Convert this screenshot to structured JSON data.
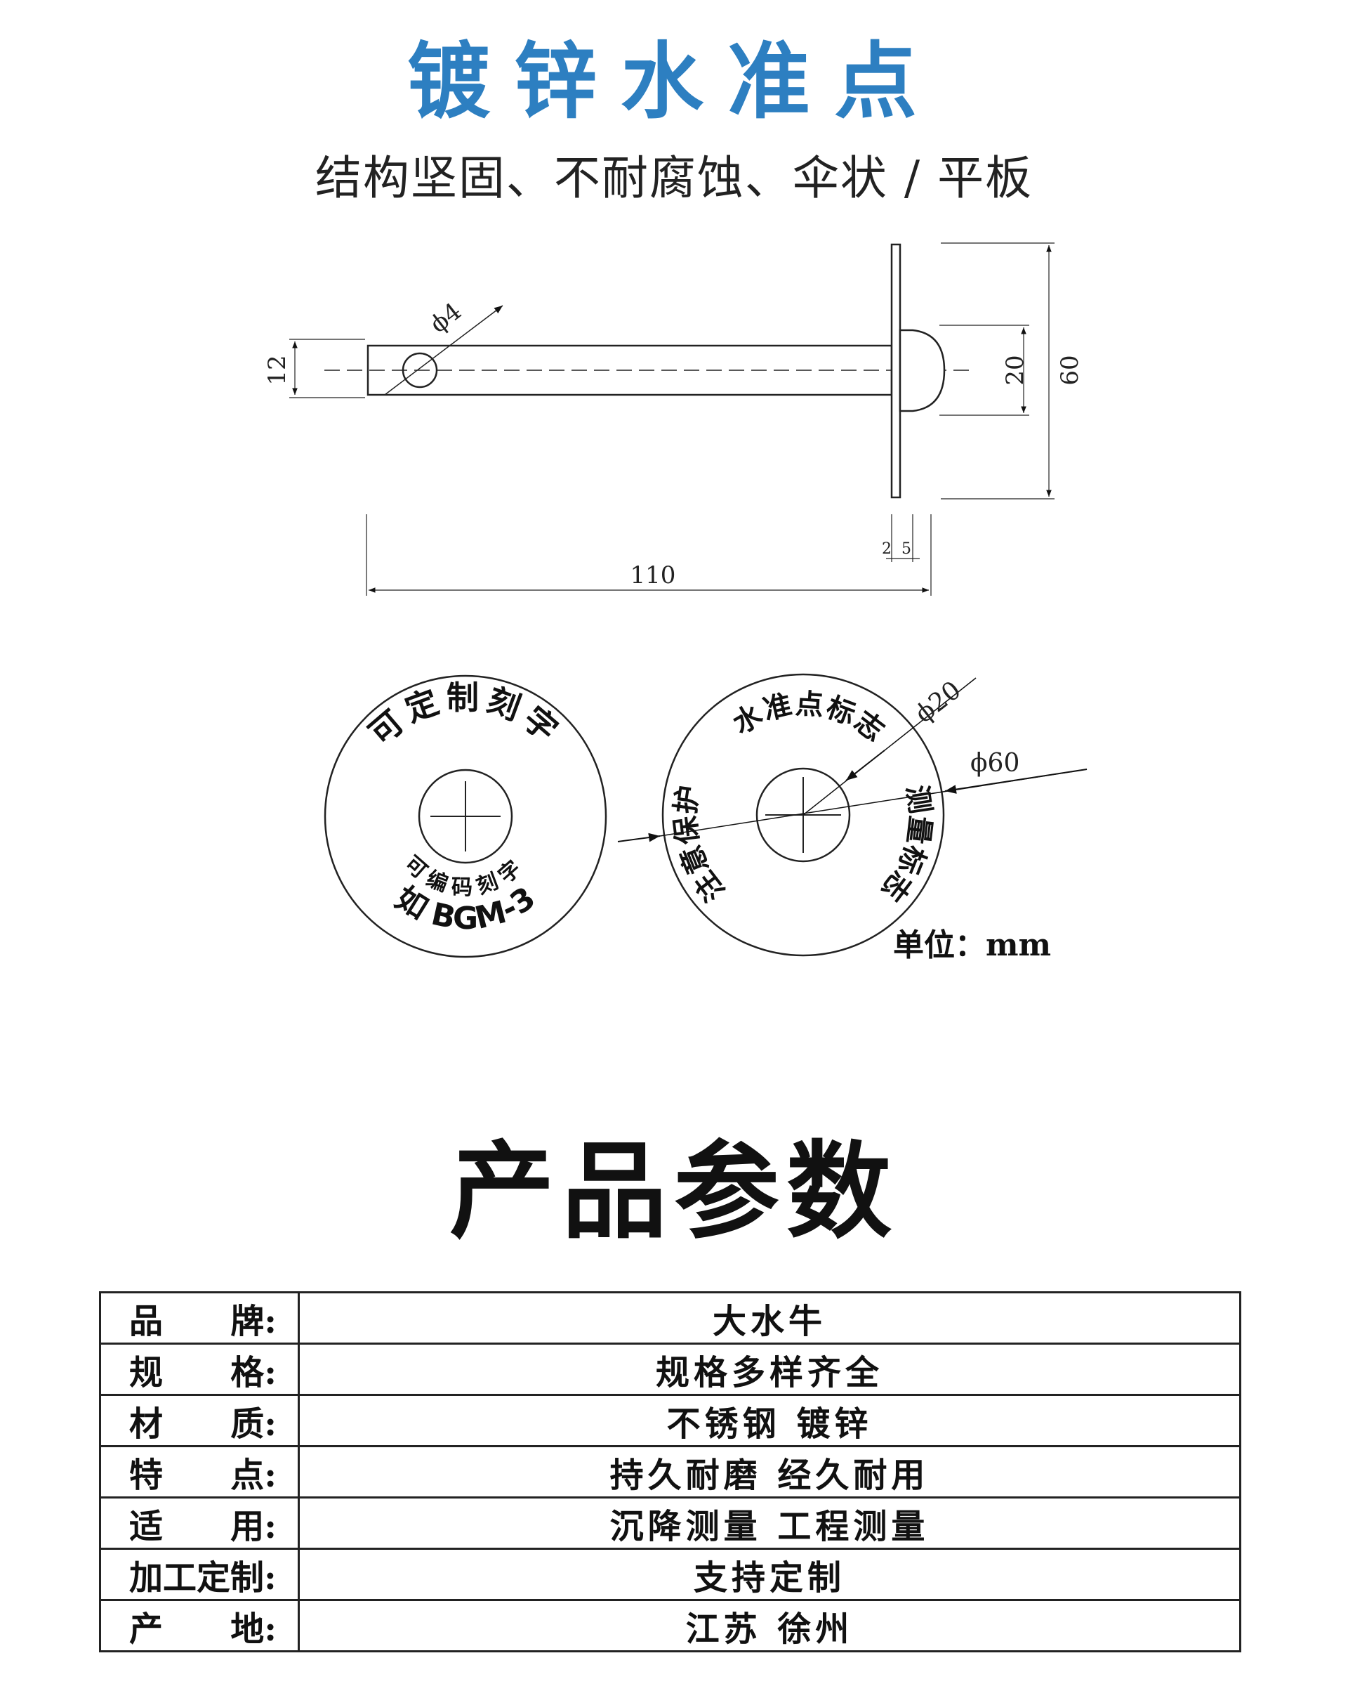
{
  "header": {
    "title": "镀锌水准点",
    "subtitle": "结构坚固、不耐腐蚀、伞状 / 平板"
  },
  "drawing": {
    "dims": {
      "d4": "ϕ4",
      "d12": "12",
      "d20": "20",
      "d60": "60",
      "d110": "110",
      "d2": "2",
      "d5": "5",
      "phi20": "ϕ20",
      "phi60": "ϕ60"
    },
    "disc_left": {
      "top_text": "可定制刻字",
      "mid_text": "可编码刻字",
      "bottom_text": "如 BGM-3"
    },
    "disc_right": {
      "top_text": "水准点标志",
      "left_text": "注意保护",
      "right_text": "测量标志"
    },
    "unit": "单位：mm"
  },
  "params": {
    "title": "产品参数",
    "rows": [
      {
        "label_a": "品",
        "label_b": "牌:",
        "value": "大水牛"
      },
      {
        "label_a": "规",
        "label_b": "格:",
        "value": "规格多样齐全"
      },
      {
        "label_a": "材",
        "label_b": "质:",
        "value": "不锈钢 镀锌"
      },
      {
        "label_a": "特",
        "label_b": "点:",
        "value": "持久耐磨 经久耐用"
      },
      {
        "label_a": "适",
        "label_b": "用:",
        "value": "沉降测量 工程测量"
      },
      {
        "label_a": "加工定制:",
        "label_b": "",
        "value": "支持定制"
      },
      {
        "label_a": "产",
        "label_b": "地:",
        "value": "江苏 徐州"
      }
    ]
  }
}
